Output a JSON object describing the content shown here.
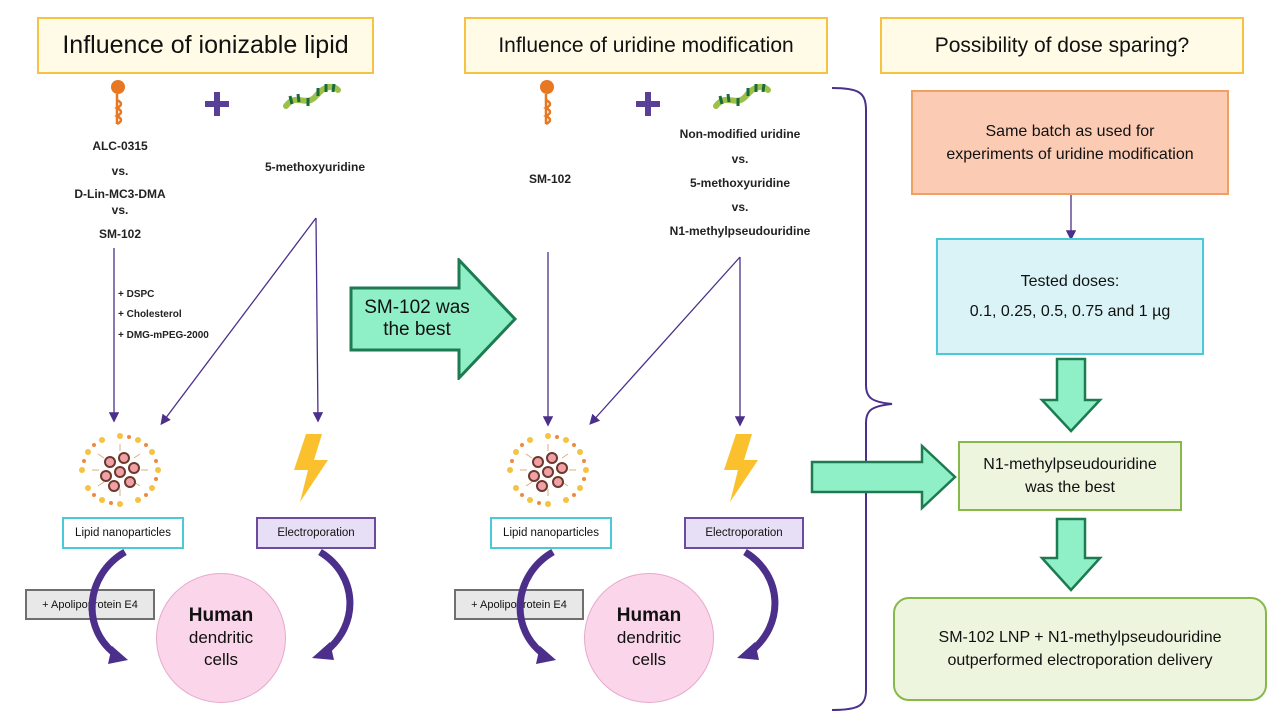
{
  "panel1": {
    "title": "Influence of ionizable lipid",
    "lipids": [
      "ALC-0315",
      "vs.",
      "D-Lin-MC3-DMA",
      "vs.",
      "SM-102"
    ],
    "mrna": "5-methoxyuridine",
    "additives": [
      "+ DSPC",
      "+ Cholesterol",
      "+ DMG-mPEG-2000"
    ],
    "lnp_label": "Lipid nanoparticles",
    "ep_label": "Electroporation",
    "apo_label": "+ Apolipoprotein E4",
    "cells_bold": "Human",
    "cells_line2": "dendritic",
    "cells_line3": "cells"
  },
  "middle_arrow": {
    "line1": "SM-102 was",
    "line2": "the best"
  },
  "panel2": {
    "title": "Influence of uridine modification",
    "lipid": "SM-102",
    "mrnas": [
      "Non-modified uridine",
      "vs.",
      "5-methoxyuridine",
      "vs.",
      "N1-methylpseudouridine"
    ],
    "lnp_label": "Lipid nanoparticles",
    "ep_label": "Electroporation",
    "apo_label": "+ Apolipoprotein E4",
    "cells_bold": "Human",
    "cells_line2": "dendritic",
    "cells_line3": "cells"
  },
  "panel3": {
    "title": "Possibility of dose sparing?",
    "batch_line1": "Same batch as used for",
    "batch_line2": "experiments of uridine modification",
    "doses_title": "Tested doses:",
    "doses_values": "0.1, 0.25, 0.5, 0.75 and 1 µg",
    "best_line1": "N1-methylpseudouridine",
    "best_line2": "was the best",
    "final_line1": "SM-102 LNP + N1-methylpseudouridine",
    "final_line2": "outperformed electroporation delivery"
  },
  "colors": {
    "title_border": "#f5c242",
    "title_fill": "#fffbe6",
    "arrow_fill": "#8ff0c8",
    "arrow_stroke": "#1e7a50",
    "purple": "#5a3f96",
    "lipid_orange": "#e87722",
    "bolt": "#fbc02d",
    "batch_fill": "#fbcbb3",
    "batch_border": "#f0a060",
    "doses_fill": "#d9f3f6",
    "doses_border": "#4ac9d8",
    "green_fill": "#edf5df",
    "green_border": "#86b84a"
  },
  "icons": [
    "lipid-icon",
    "plus-icon",
    "mrna-icon",
    "lnp-icon",
    "lightning-icon",
    "curved-arrow-icon",
    "block-arrow-icon",
    "brace-icon"
  ]
}
